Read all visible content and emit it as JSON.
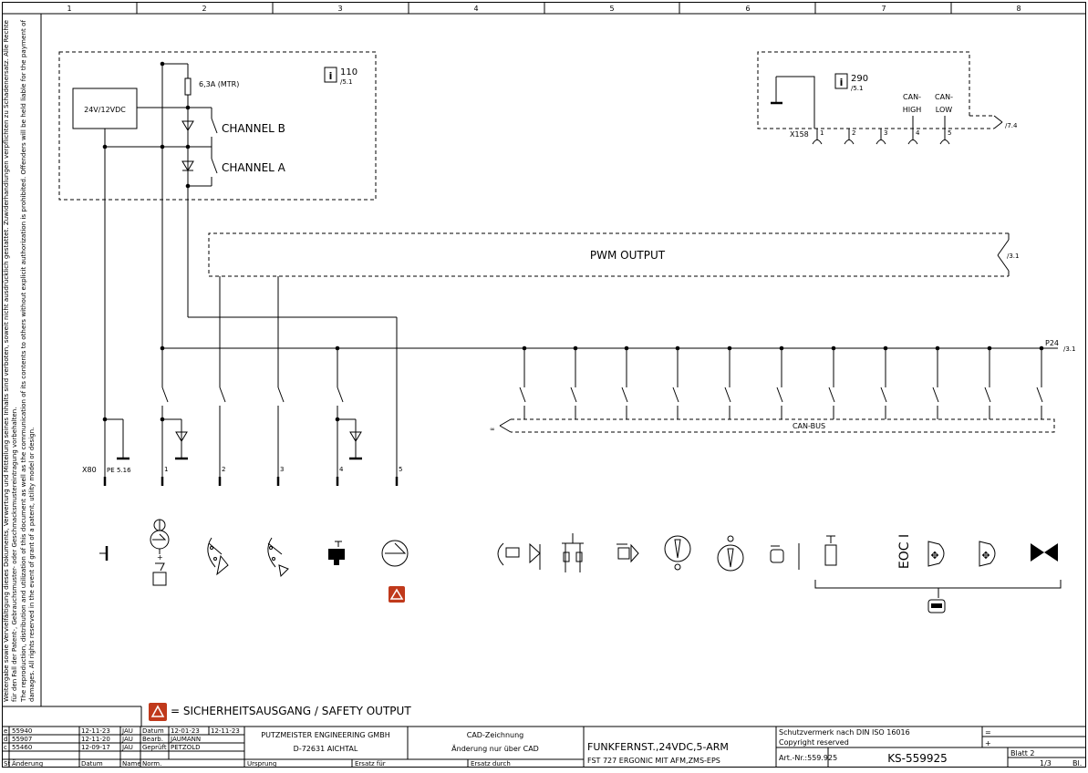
{
  "grid": {
    "columns": [
      "1",
      "2",
      "3",
      "4",
      "5",
      "6",
      "7",
      "8"
    ]
  },
  "side_text": {
    "line1": "Weitergabe sowie Vervielfältigung dieses Dokuments, Verwertung und Mitteilung seines Inhalts sind verboten, soweit nicht ausdrücklich gestattet. Zuwiderhandlungen verpflichten zu Schadenersatz. Alle Rechte",
    "line2": "für den Fall der Patent-, Gebrauchsmuster- oder Geschmacksmustereintragung vorbehalten.",
    "line3": "The reproduction, distribution and utilization of this document as well as the communication of its contents to others without explicit authorization is prohibited. Offenders will be held liable for the payment of",
    "line4": "damages. All rights reserved in the event of grant of a patent, utility model or design."
  },
  "block_110": {
    "ref_number": "110",
    "ref_sub": "/5.1",
    "supply": "24V/12VDC",
    "fuse": "6,3A (MTR)",
    "channel_b": "CHANNEL B",
    "channel_a": "CHANNEL A"
  },
  "block_290": {
    "ref_number": "290",
    "ref_sub": "/5.1",
    "connector": "X158",
    "can_high_1": "CAN-",
    "can_high_2": "HIGH",
    "can_low_1": "CAN-",
    "can_low_2": "LOW",
    "pins": [
      "1",
      "2",
      "3",
      "4",
      "5"
    ],
    "ref_right": "/7.4"
  },
  "pwm": {
    "label": "PWM OUTPUT",
    "ref": "/3.1"
  },
  "rail": {
    "label": "P24",
    "ref": "/3.1"
  },
  "canbus": {
    "label": "CAN-BUS",
    "left_mark": "∞"
  },
  "x80": {
    "label": "X80",
    "pe": "PE",
    "pe_ref": "5.16",
    "pins": [
      "1",
      "2",
      "3",
      "4",
      "5"
    ]
  },
  "symbols": {
    "eoc": "EOC I"
  },
  "legend": {
    "text": "= SICHERHEITSAUSGANG / SAFETY OUTPUT"
  },
  "title_block": {
    "revisions": [
      {
        "idx": "e",
        "num": "55940",
        "date": "12-11-23",
        "name": "JAU"
      },
      {
        "idx": "d",
        "num": "55907",
        "date": "12-11-20",
        "name": "JAU"
      },
      {
        "idx": "c",
        "num": "55460",
        "date": "12-09-17",
        "name": "JAU"
      }
    ],
    "rev_header": {
      "idx": "St",
      "change": "Änderung",
      "date": "Datum",
      "name": "Name",
      "norm": "Norm."
    },
    "approval": [
      {
        "role": "Datum",
        "date1": "12-01-23",
        "date2": "12-11-23"
      },
      {
        "role": "Bearb.",
        "person": "JAUMANN"
      },
      {
        "role": "Geprüft",
        "person": "PETZOLD"
      }
    ],
    "company_line1": "PUTZMEISTER ENGINEERING GMBH",
    "company_line2": "D-72631 AICHTAL",
    "cad_line1": "CAD-Zeichnung",
    "cad_line2": "Änderung nur über CAD",
    "origin": "Ursprung",
    "replaces": "Ersatz für",
    "replaced_by": "Ersatz durch",
    "title_line1": "FUNKFERNST.,24VDC,5-ARM",
    "title_line2": "FST 727 ERGONIC MIT AFM,ZMS-EPS",
    "protection_line1": "Schutzvermerk nach DIN ISO 16016",
    "protection_line2": "Copyright reserved",
    "art_no": "Art.-Nr.:559.925",
    "drawing_no": "KS-559925",
    "sheet_label": "Blatt 2",
    "sheet_count": "1/3",
    "sheet_unit": "Bl.",
    "eq": "=",
    "plus": "+"
  }
}
